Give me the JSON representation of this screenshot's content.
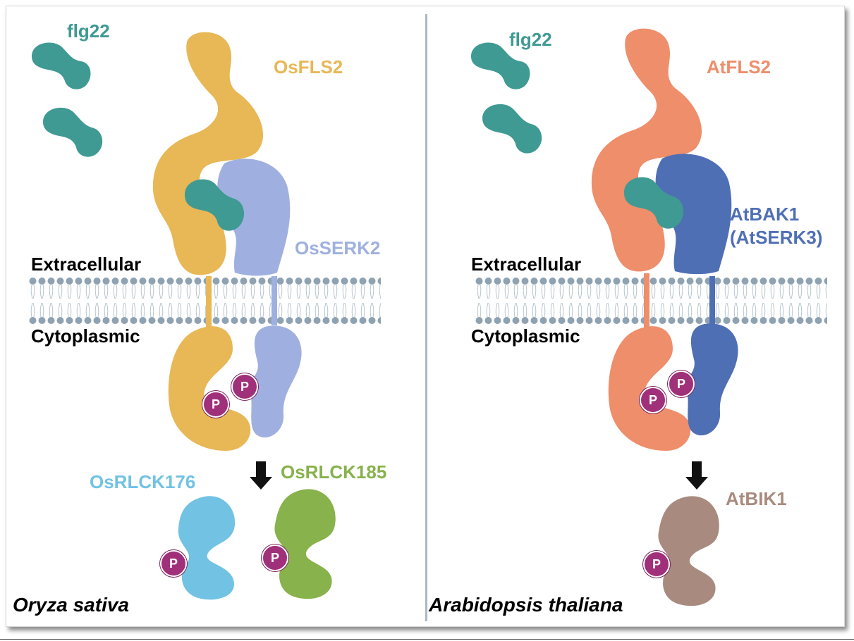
{
  "left": {
    "species": "Oryza sativa",
    "ligand": "flg22",
    "receptor": "OsFLS2",
    "coreceptor": "OsSERK2",
    "extracellular": "Extracellular",
    "cytoplasmic": "Cytoplasmic",
    "rlck_a": "OsRLCK176",
    "rlck_b": "OsRLCK185",
    "phospho": "P"
  },
  "right": {
    "species": "Arabidopsis thaliana",
    "ligand": "flg22",
    "receptor": "AtFLS2",
    "coreceptor_line1": "AtBAK1",
    "coreceptor_line2": "(AtSERK3)",
    "extracellular": "Extracellular",
    "cytoplasmic": "Cytoplasmic",
    "rlck": "AtBIK1",
    "phospho": "P"
  },
  "colors": {
    "flg22": "#3f9a93",
    "osfls2": "#e8b756",
    "osserk2": "#9fb0e0",
    "atfls2": "#ee8e6a",
    "atbak1": "#4f6fb5",
    "osrlck176": "#72c2e3",
    "osrlck185": "#87b24c",
    "atbik1": "#a88b7e",
    "phospho": "#a0307a",
    "membrane": "#8ea2b2"
  }
}
